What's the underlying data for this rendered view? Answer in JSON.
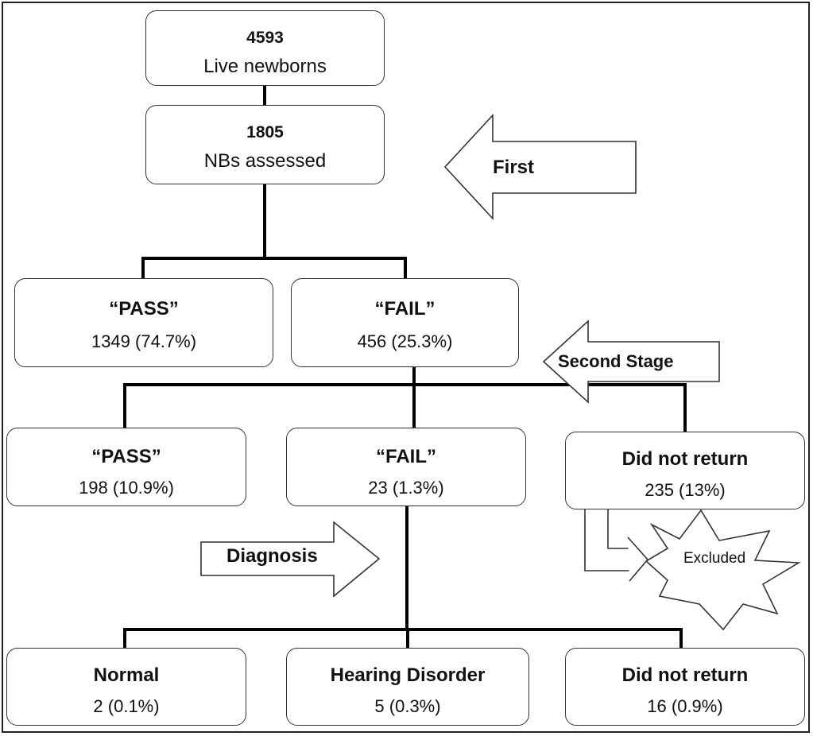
{
  "colors": {
    "line": "#000000",
    "box_border": "#333333",
    "background": "#ffffff"
  },
  "nodes": {
    "live": {
      "title": "4593",
      "subtitle": "Live newborns"
    },
    "assessed": {
      "title": "1805",
      "subtitle": "NBs assessed"
    },
    "pass1": {
      "title": "“PASS”",
      "subtitle": "1349 (74.7%)"
    },
    "fail1": {
      "title": "“FAIL”",
      "subtitle": "456 (25.3%)"
    },
    "pass2": {
      "title": "“PASS”",
      "subtitle": "198 (10.9%)"
    },
    "fail2": {
      "title": "“FAIL”",
      "subtitle": "23 (1.3%)"
    },
    "noreturn2": {
      "title": "Did not return",
      "subtitle": "235 (13%)"
    },
    "normal": {
      "title": "Normal",
      "subtitle": "2 (0.1%)"
    },
    "hearing": {
      "title": "Hearing Disorder",
      "subtitle": "5 (0.3%)"
    },
    "noreturn3": {
      "title": "Did not return",
      "subtitle": "16 (0.9%)"
    }
  },
  "arrows": {
    "first": "First",
    "second_stage": "Second Stage",
    "diagnosis": "Diagnosis"
  },
  "burst_label": "Excluded"
}
